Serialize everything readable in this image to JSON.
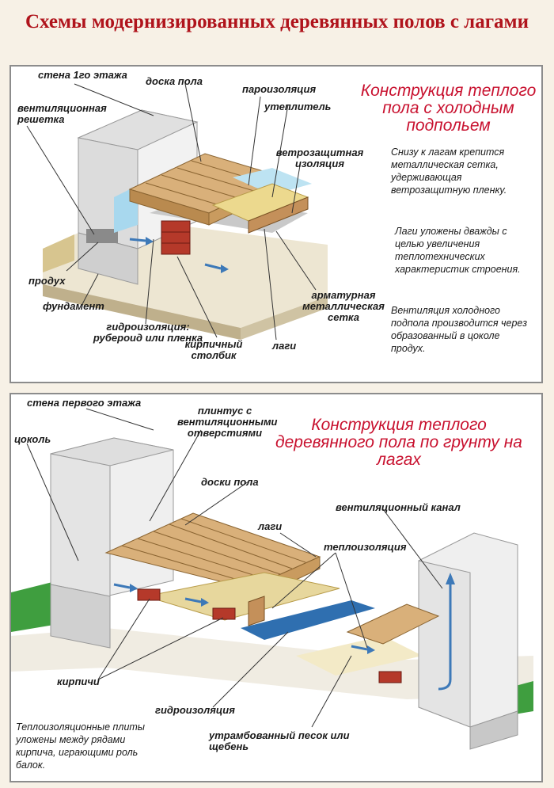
{
  "title": "Схемы модернизированных деревянных полов с лагами",
  "top": {
    "heading": "Конструкция теплого пола с холодным подпольем",
    "labels": {
      "wall": "стена 1го этажа",
      "board": "доска пола",
      "vapor": "пароизоляция",
      "insulation": "утеплитель",
      "vent_grille": "вентиляционная решетка",
      "wind": "ветрозащитная изоляция",
      "vent_hole": "продух",
      "foundation": "фундамент",
      "waterproof": "гидроизоляция: рубероид или пленка",
      "mesh": "арматурная металлическая сетка",
      "brick_post": "кирпичный столбик",
      "joists": "лаги"
    },
    "notes": [
      "Снизу к лагам крепится металлическая сетка, удерживающая ветрозащитную пленку.",
      "Лаги уложены дважды с целью увеличения теплотехнических характеристик строения.",
      "Вентиляция холодного подпола производится через образованный в цоколе продух."
    ]
  },
  "bottom": {
    "heading": "Конструкция теплого деревянного пола по грунту на лагах",
    "labels": {
      "wall": "стена первого этажа",
      "skirting": "плинтус с вентиляционными отверстиями",
      "plinth": "цоколь",
      "boards": "доски пола",
      "joists": "лаги",
      "vent_channel": "вентиляционный канал",
      "insulation": "теплоизоляция",
      "bricks": "кирпичи",
      "waterproof": "гидроизоляция",
      "sand": "утрамбованный песок или щебень"
    },
    "note": "Теплоизоляционные плиты уложены между рядами кирпича, играющими роль балок."
  },
  "colors": {
    "title": "#b0141c",
    "heading": "#c8102e",
    "wood": "#d9b07a",
    "brick": "#b5392a",
    "blue_arrow": "#3d79b8"
  }
}
